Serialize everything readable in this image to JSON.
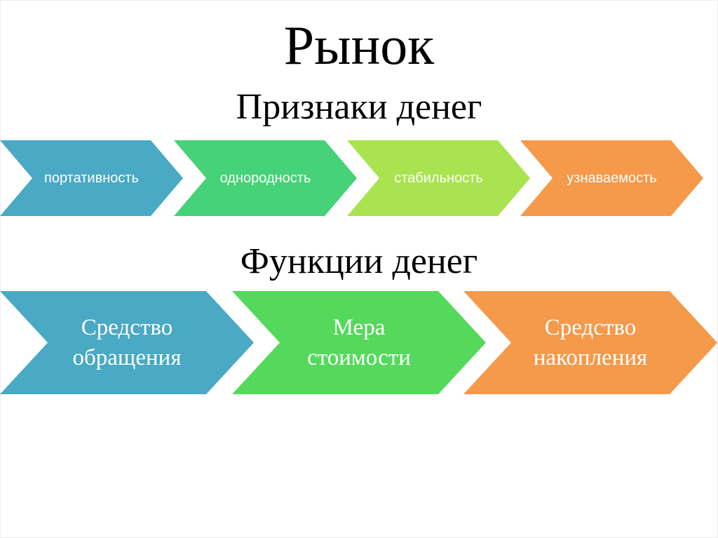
{
  "slide": {
    "title": "Рынок",
    "text_color": "#000000",
    "arrow_text_color": "#ffffff",
    "background": "#ffffff",
    "sections": [
      {
        "heading": "Признаки денег",
        "items": [
          {
            "label": "портативность",
            "color": "#4AA9C4"
          },
          {
            "label": "однородность",
            "color": "#45D278"
          },
          {
            "label": "стабильность",
            "color": "#A9E34F"
          },
          {
            "label": "узнаваемость",
            "color": "#F5994B"
          }
        ]
      },
      {
        "heading": "Функции денег",
        "items": [
          {
            "label": "Средство\nобращения",
            "color": "#4AA9C4"
          },
          {
            "label": "Мера\nстоимости",
            "color": "#55D95C"
          },
          {
            "label": "Средство\nнакопления",
            "color": "#F5994B"
          }
        ]
      }
    ]
  }
}
